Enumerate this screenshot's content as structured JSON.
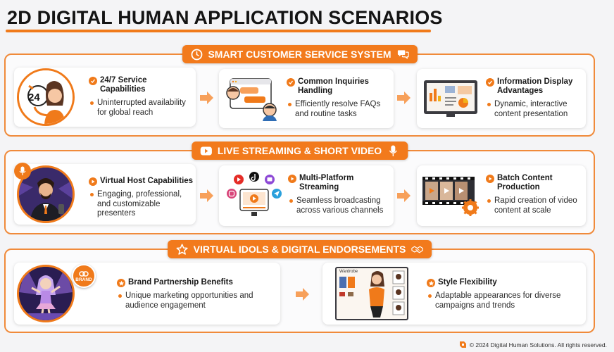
{
  "title": "2D DIGITAL HUMAN APPLICATION SCENARIOS",
  "sections": [
    {
      "label": "SMART CUSTOMER SERVICE SYSTEM",
      "badge_number": "24",
      "cards": [
        {
          "title": "24/7 Service Capabilities",
          "desc": "Uninterrupted availability for global reach"
        },
        {
          "title": "Common Inquiries Handling",
          "desc": "Efficiently resolve FAQs and routine tasks"
        },
        {
          "title": "Information Display Advantages",
          "desc": "Dynamic, interactive content presentation"
        }
      ]
    },
    {
      "label": "LIVE STREAMING & SHORT VIDEO",
      "cards": [
        {
          "title": "Virtual Host Capabilities",
          "desc": "Engaging, professional, and customizable presenters"
        },
        {
          "title": "Multi-Platform Streaming",
          "desc": "Seamless broadcasting across various channels"
        },
        {
          "title": "Batch Content Production",
          "desc": "Rapid creation of video content at scale"
        }
      ]
    },
    {
      "label": "VIRTUAL IDOLS & DIGITAL ENDORSEMENTS",
      "brand_badge": "BRAND",
      "wardrobe_label": "Wardrobe",
      "cards": [
        {
          "title": "Brand Partnership Benefits",
          "desc": "Unique marketing opportunities and audience engagement"
        },
        {
          "title": "Style Flexibility",
          "desc": "Adaptable appearances for diverse campaigns and trends"
        }
      ]
    }
  ],
  "footer": "© 2024 Digital Human Solutions. All rights reserved.",
  "colors": {
    "accent": "#f07a1a",
    "border": "#f08a3a",
    "background": "#f4f4f6"
  }
}
